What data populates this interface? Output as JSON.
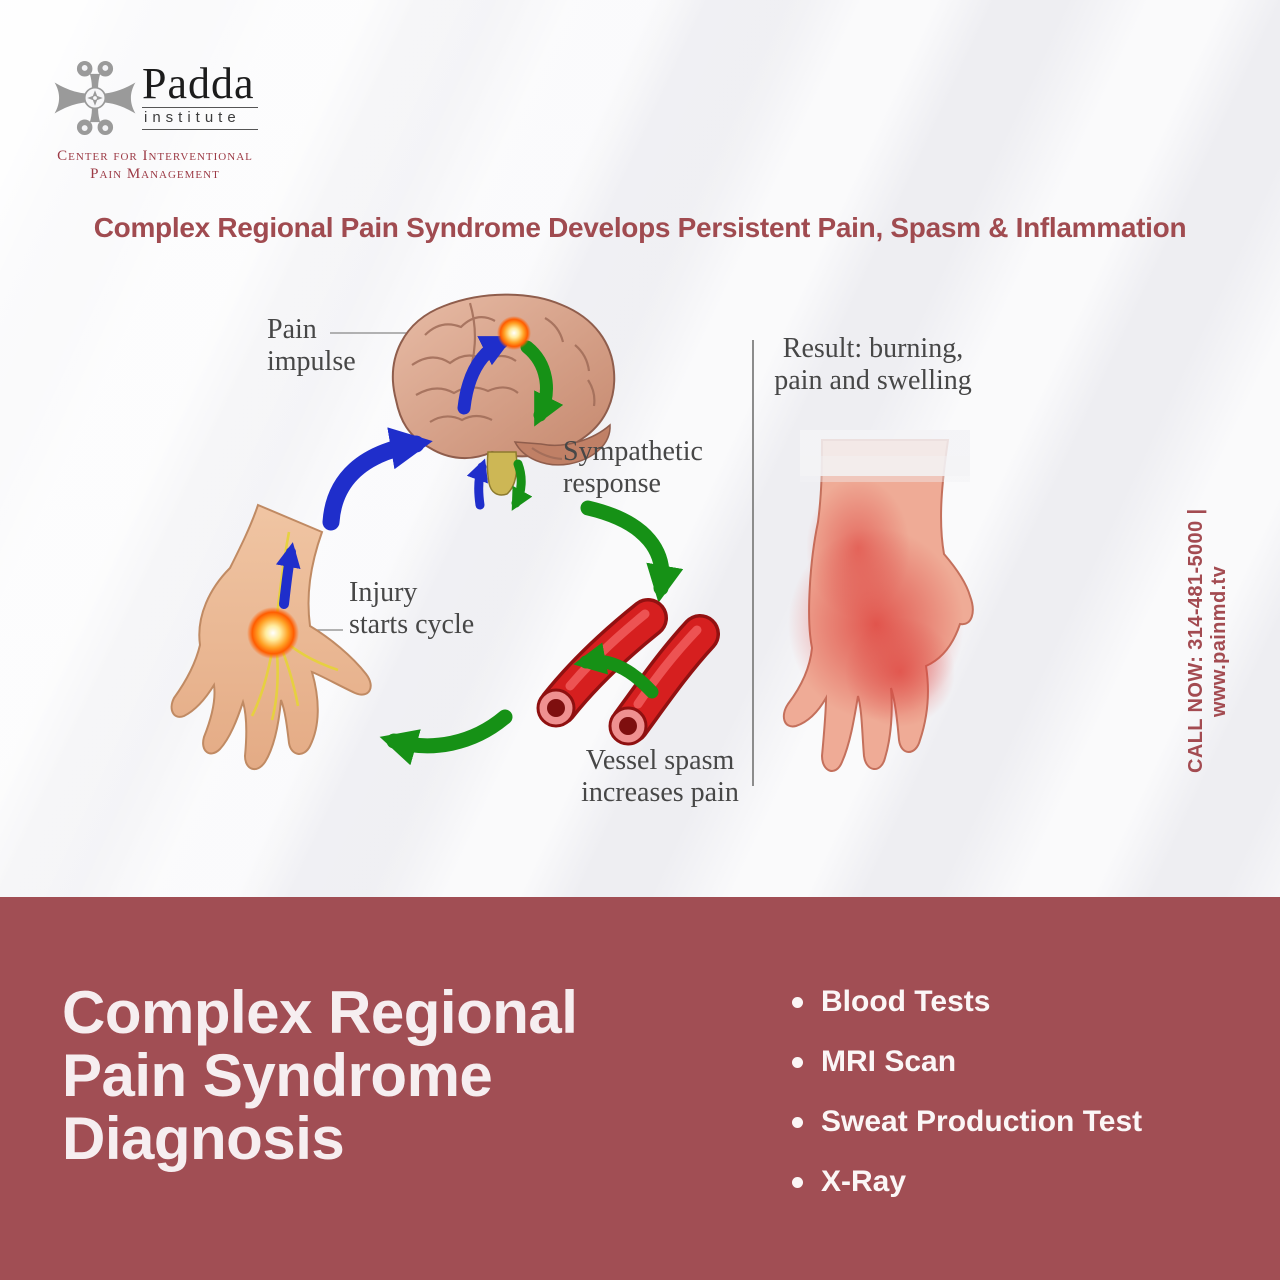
{
  "logo": {
    "name": "Padda",
    "subname": "institute",
    "tagline_line1": "Center for Interventional",
    "tagline_line2": "Pain Management"
  },
  "headline": "Complex Regional Pain Syndrome Develops Persistent Pain, Spasm & Inflammation",
  "diagram": {
    "labels": {
      "pain_impulse": [
        "Pain",
        "impulse"
      ],
      "sympathetic_response": [
        "Sympathetic",
        "response"
      ],
      "injury_starts_cycle": [
        "Injury",
        "starts cycle"
      ],
      "vessel_spasm": [
        "Vessel spasm",
        "increases pain"
      ],
      "result": [
        "Result: burning,",
        "pain and swelling"
      ]
    },
    "icons": [
      "brain-icon",
      "injured-hand-icon",
      "blood-vessels-icon",
      "swollen-hand-icon",
      "pain-glow-icon",
      "cycle-arrow-icons"
    ]
  },
  "contact_sidebar": {
    "text": "CALL NOW: 314-481-5000 | www.painmd.tv"
  },
  "footer": {
    "title_lines": [
      "Complex Regional",
      "Pain Syndrome",
      "Diagnosis"
    ],
    "bullets": [
      "Blood Tests",
      "MRI Scan",
      "Sweat Production Test",
      "X-Ray"
    ]
  },
  "colors": {
    "accent_red": "#a04b50",
    "footer_bg": "#a14e54",
    "arrow_blue": "#1f2ecb",
    "arrow_green": "#169116",
    "vessel_red": "#d61f1f"
  }
}
